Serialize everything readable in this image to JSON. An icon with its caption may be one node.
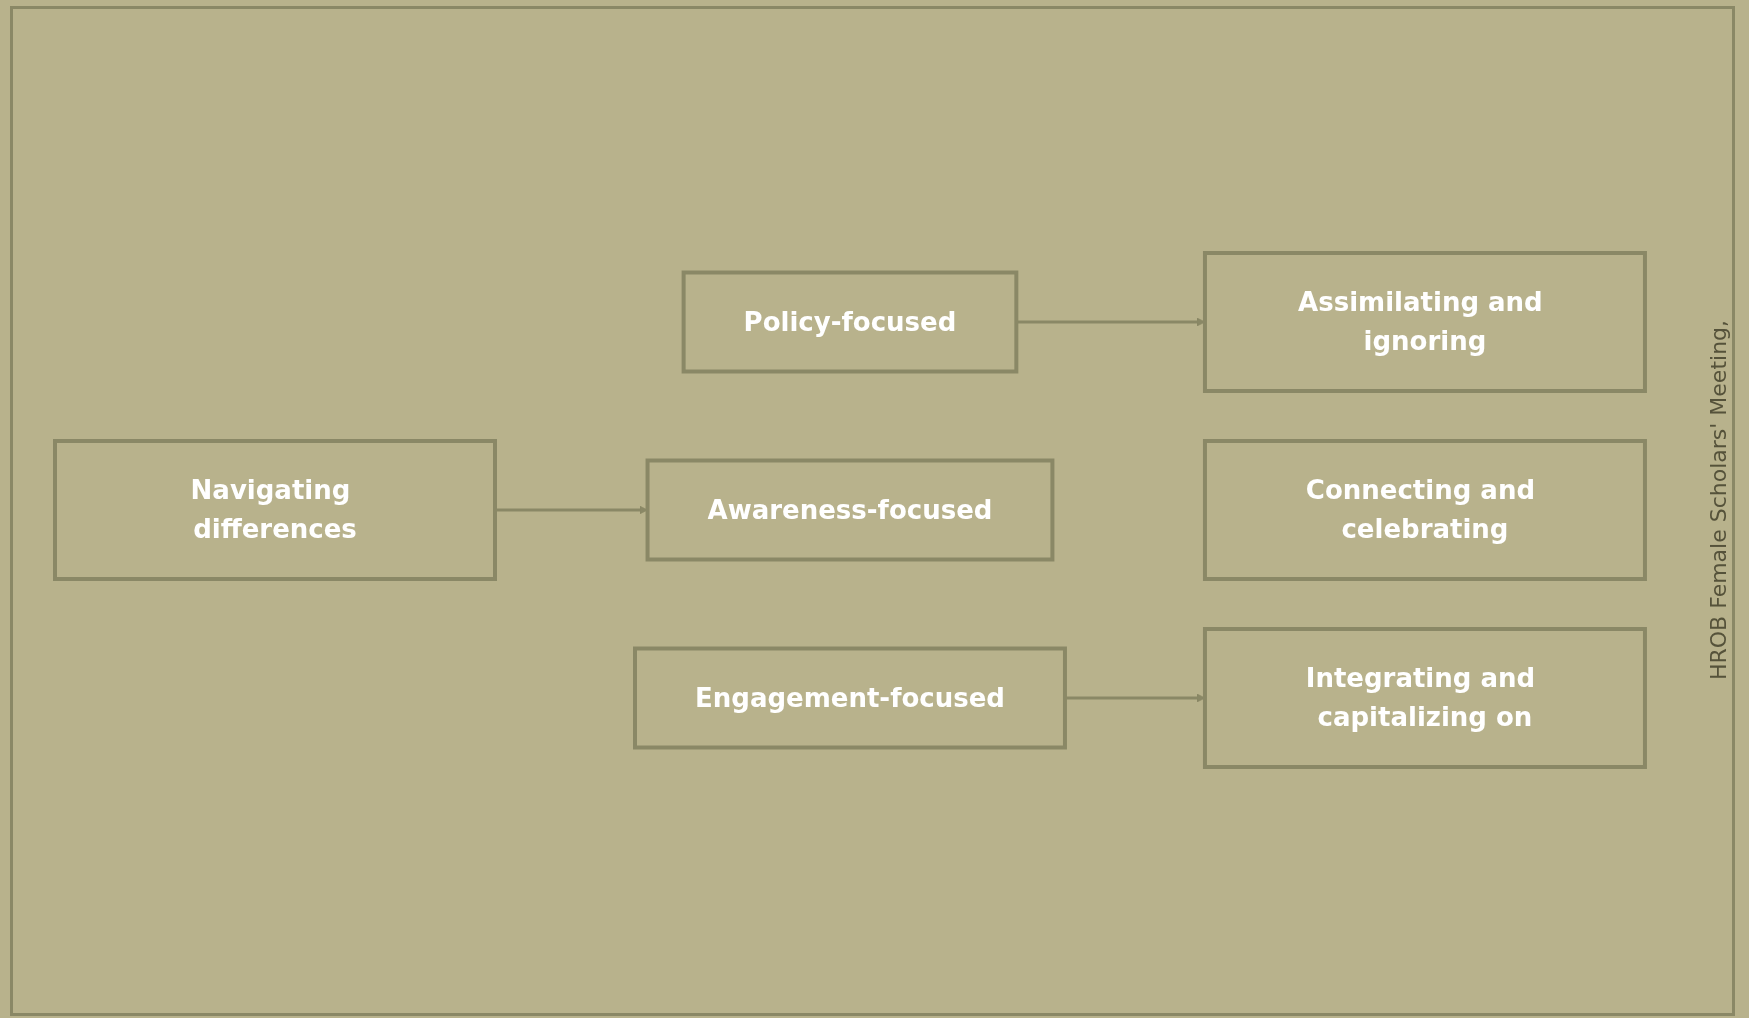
{
  "diagram": {
    "nodes": [
      {
        "text": [
          "Navigating differences"
        ]
      },
      {
        "text": [
          "Policy-focused"
        ]
      },
      {
        "text": [
          "Awareness-focused"
        ]
      },
      {
        "text": [
          "Engagement-focused"
        ]
      },
      {
        "text": [
          "Assimilating and ignoring"
        ]
      },
      {
        "text": [
          "Connecting and celebrating"
        ]
      },
      {
        "text": [
          "Integrating and capitalizing on"
        ]
      }
    ],
    "edges": [
      {
        "from": 0,
        "to": 2,
        "arrow": "to"
      },
      {
        "from": 1,
        "to": 4,
        "arrow": "to"
      },
      {
        "from": 3,
        "to": 6,
        "arrow": "to"
      }
    ],
    "labels": [
      "HROB Female Scholars' Meeting,"
    ]
  }
}
